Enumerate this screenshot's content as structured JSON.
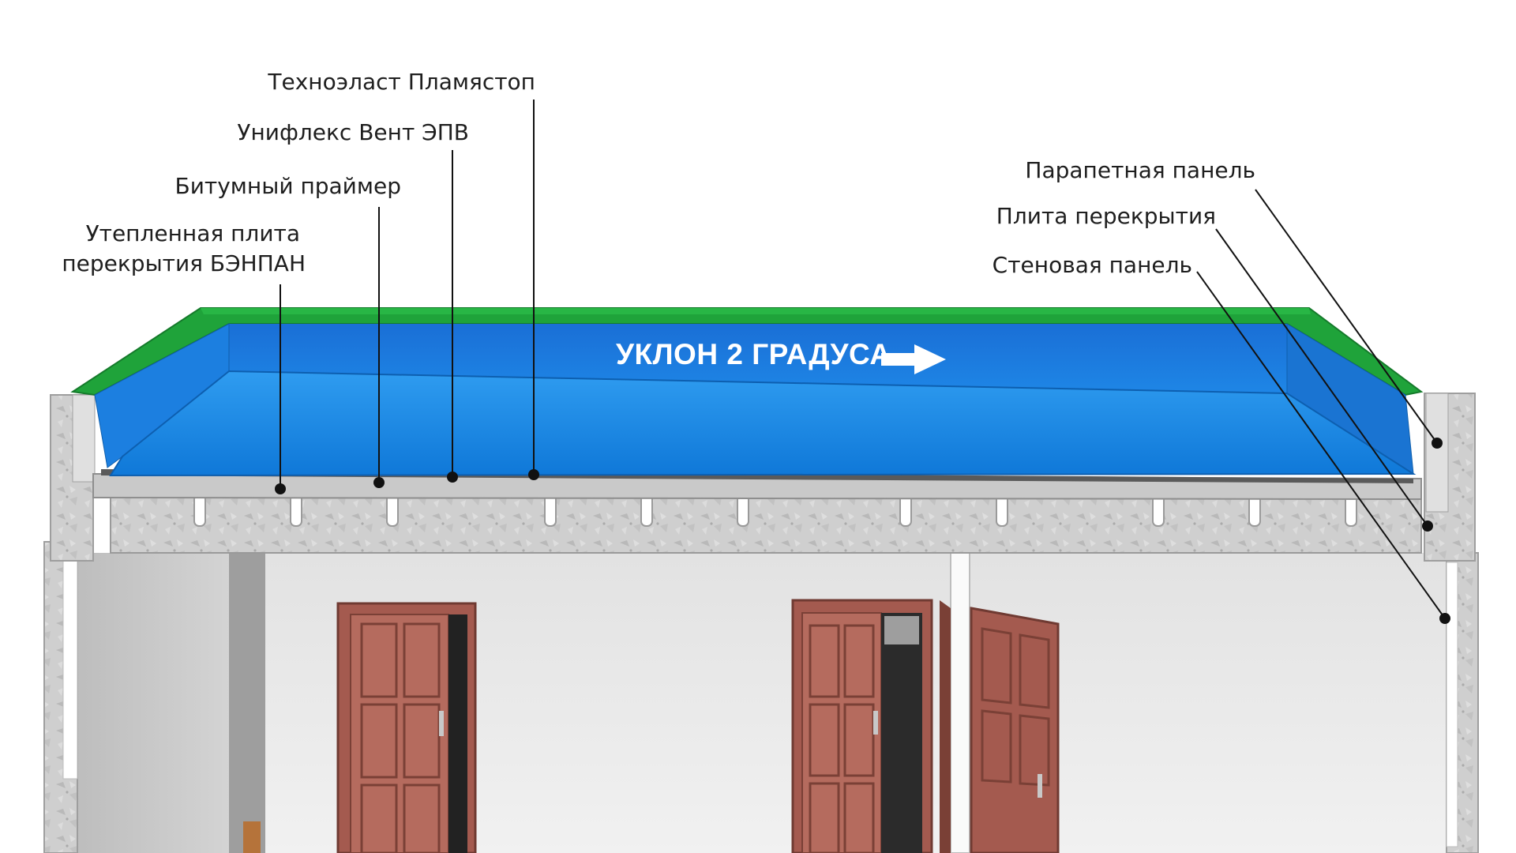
{
  "colors": {
    "membrane_blue": "#1e88e5",
    "membrane_deep": "#1565c0",
    "parapet_green": "#1fa33a",
    "concrete": "#d3d3d3",
    "door": "#a45a4f",
    "wall": "#ebebeb"
  },
  "labels": {
    "technoelast": "Техноэласт Пламястоп",
    "uniflex": "Унифлекс Вент ЭПВ",
    "primer": "Битумный праймер",
    "benpan_line1": "Утепленная плита",
    "benpan_line2": "перекрытия БЭНПАН",
    "parapet_panel": "Парапетная панель",
    "floor_slab": "Плита перекрытия",
    "wall_panel": "Стеновая панель"
  },
  "roof": {
    "slope_text": "УКЛОН 2 ГРАДУСА",
    "arrow_icon": "arrow-right-icon"
  }
}
